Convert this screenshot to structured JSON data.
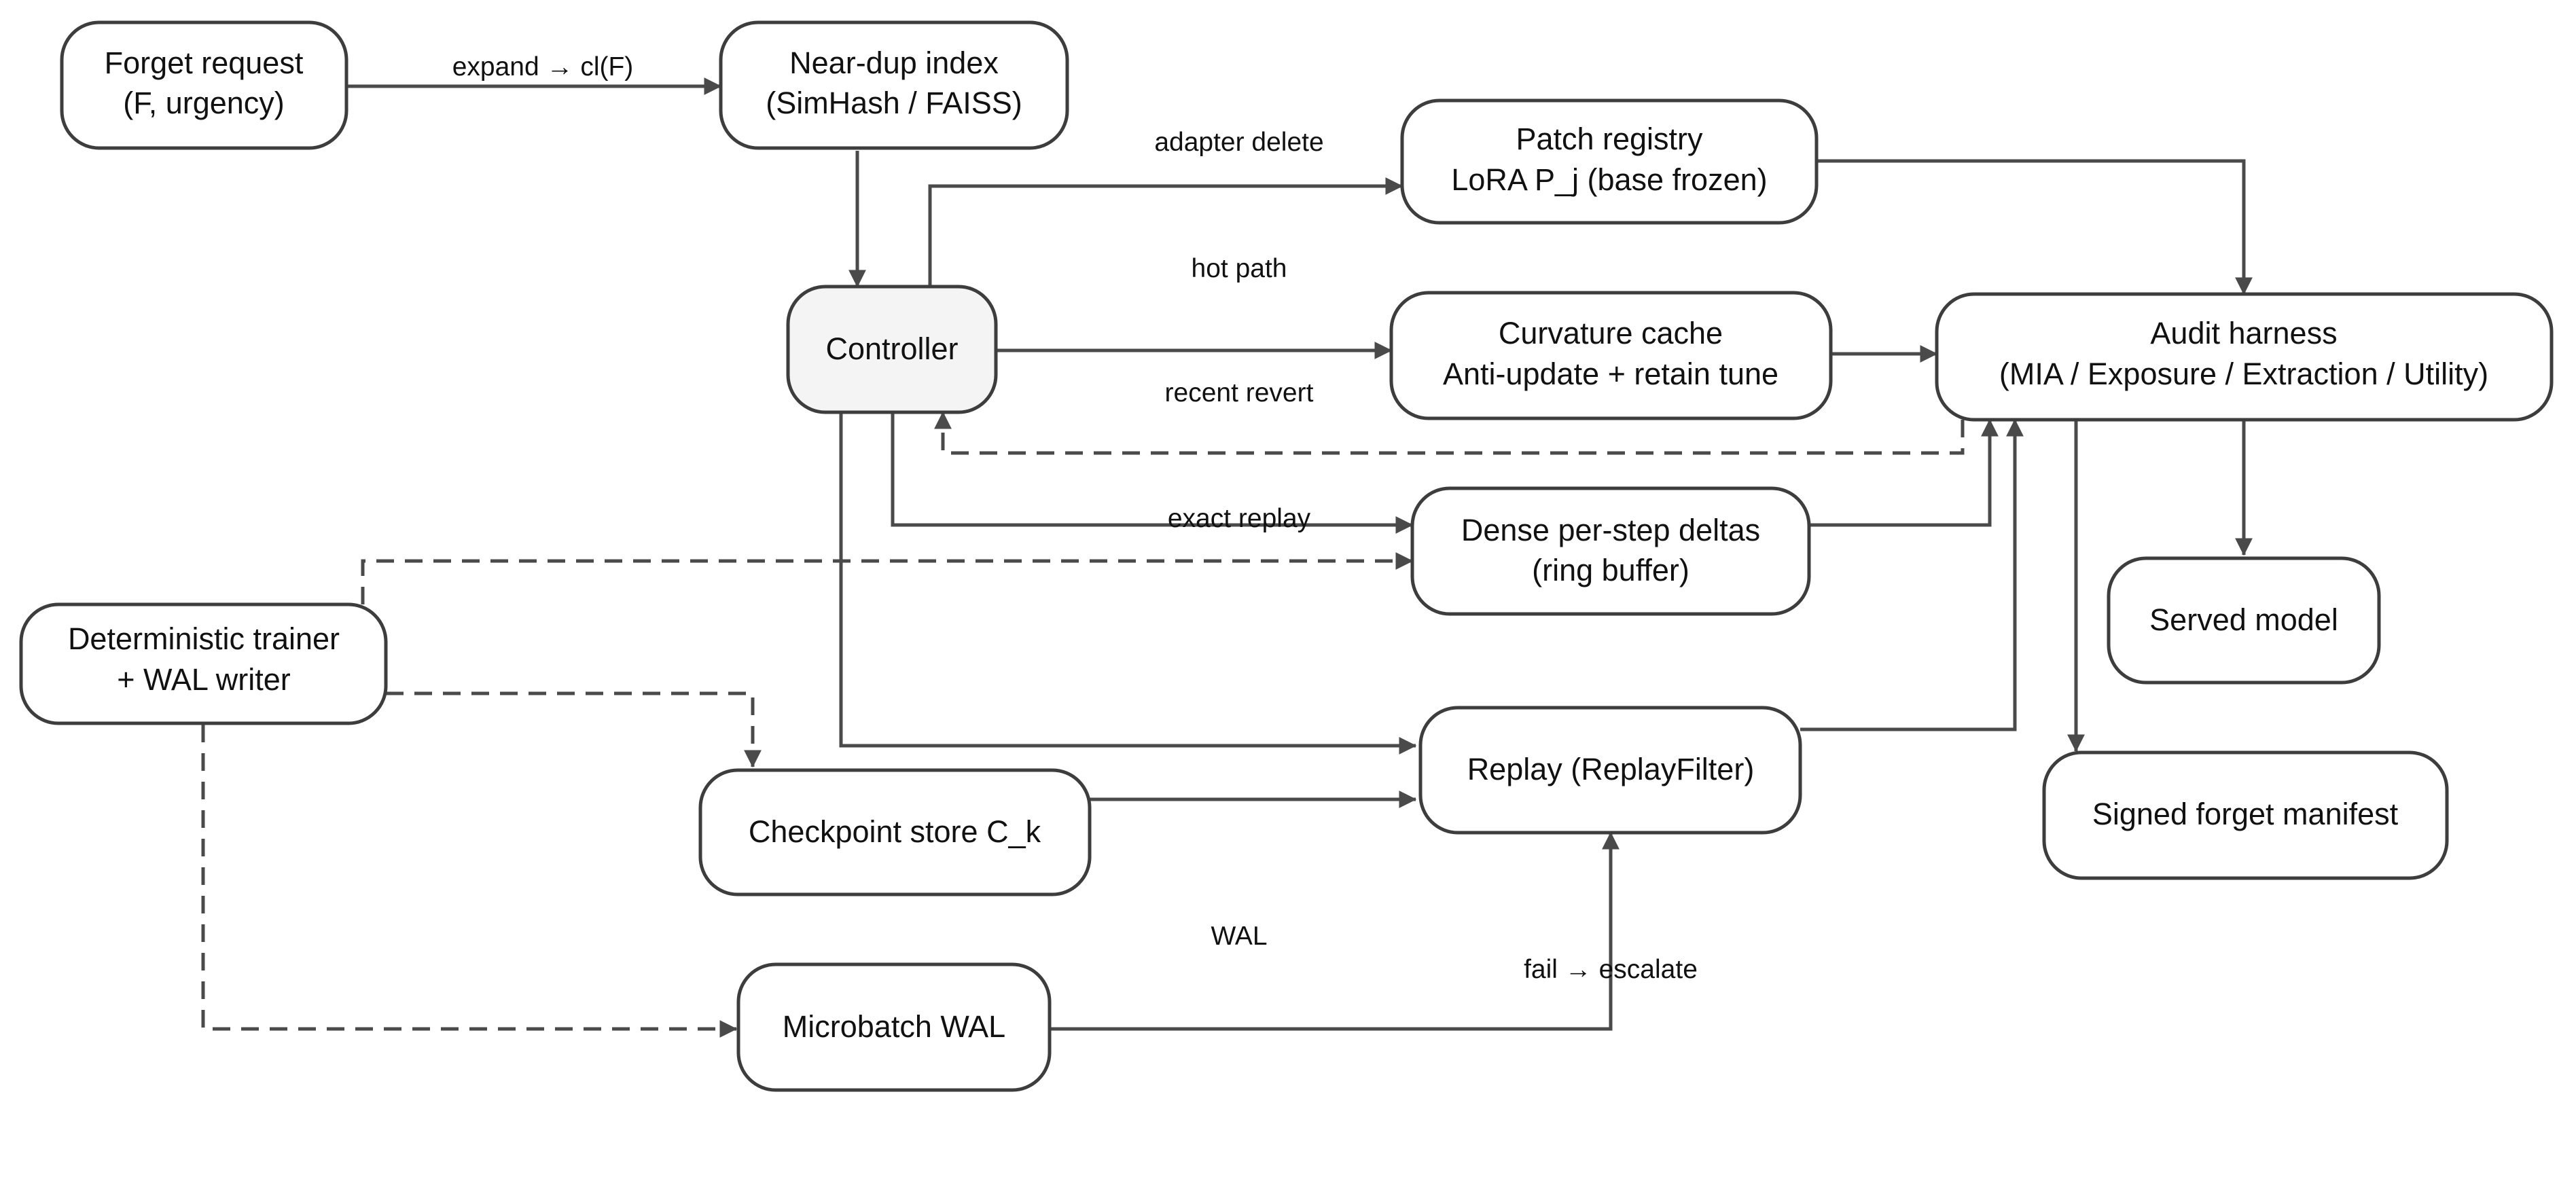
{
  "colors": {
    "background": "#ffffff",
    "node_fill": "#ffffff",
    "controller_fill": "#f4f4f4",
    "stroke": "#3d3d3d",
    "edge": "#4a4a4a",
    "text": "#111111"
  },
  "nodes": {
    "forget_request": {
      "lines": [
        "Forget request",
        "(F, urgency)"
      ]
    },
    "near_dup_index": {
      "lines": [
        "Near-dup index",
        "(SimHash / FAISS)"
      ]
    },
    "patch_registry": {
      "lines": [
        "Patch registry",
        "LoRA P_j (base frozen)"
      ]
    },
    "controller": {
      "lines": [
        "Controller"
      ]
    },
    "curvature_cache": {
      "lines": [
        "Curvature cache",
        "Anti-update + retain tune"
      ]
    },
    "audit_harness": {
      "lines": [
        "Audit harness",
        "(MIA / Exposure / Extraction / Utility)"
      ]
    },
    "dense_deltas": {
      "lines": [
        "Dense per-step deltas",
        "(ring buffer)"
      ]
    },
    "served_model": {
      "lines": [
        "Served model"
      ]
    },
    "deterministic_trainer": {
      "lines": [
        "Deterministic trainer",
        "+ WAL writer"
      ]
    },
    "replay": {
      "lines": [
        "Replay (ReplayFilter)"
      ]
    },
    "signed_manifest": {
      "lines": [
        "Signed forget manifest"
      ]
    },
    "checkpoint_store": {
      "lines": [
        "Checkpoint store C_k"
      ]
    },
    "microbatch_wal": {
      "lines": [
        "Microbatch WAL"
      ]
    }
  },
  "edge_labels": {
    "expand": "expand → cl(F)",
    "adapter_delete": "adapter delete",
    "hot_path": "hot path",
    "recent_revert": "recent revert",
    "exact_replay": "exact replay",
    "wal": "WAL",
    "fail_escalate": "fail → escalate"
  }
}
